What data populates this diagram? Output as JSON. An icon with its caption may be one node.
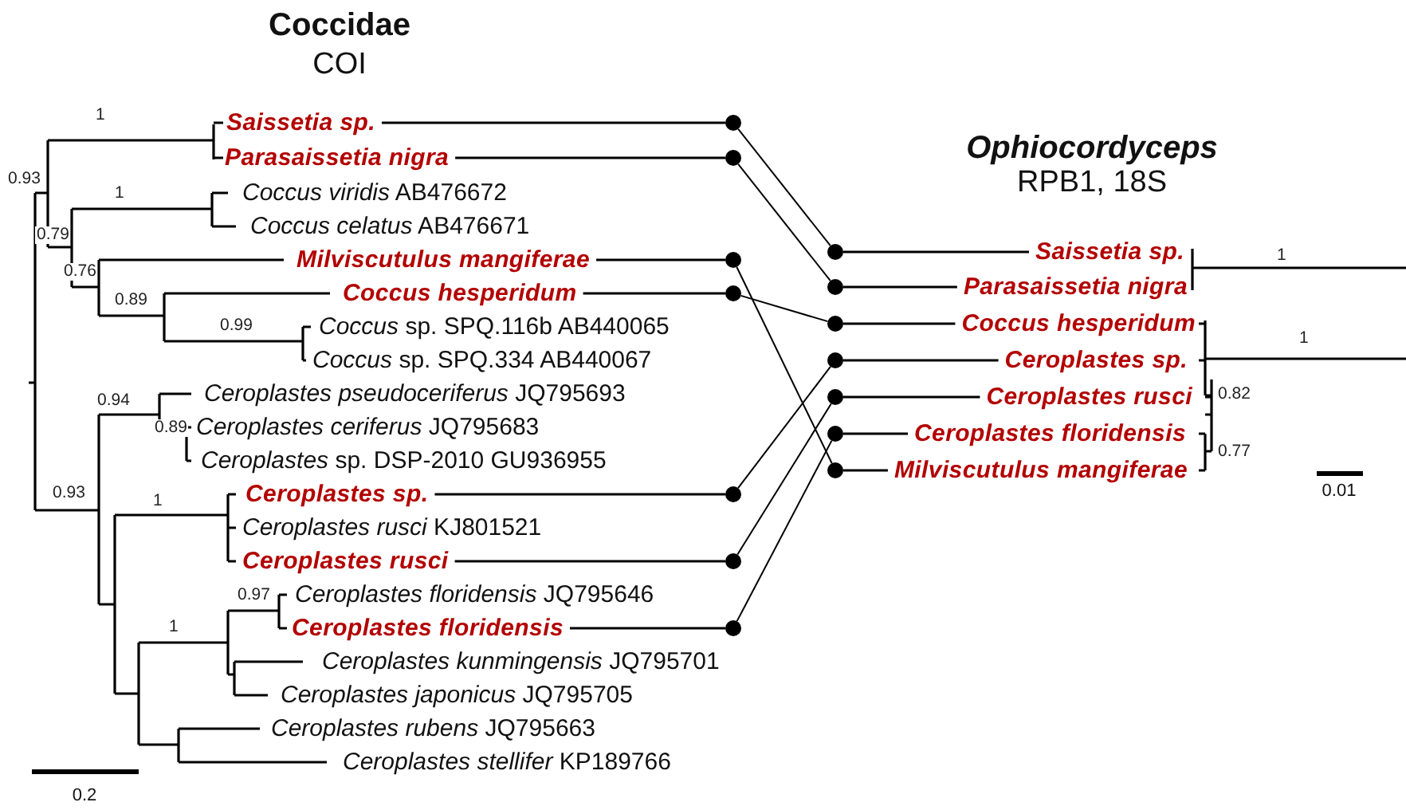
{
  "diagram": {
    "nodes": [
      {
        "text": [
          "Saissetia sp."
        ]
      },
      {
        "text": [
          "Parasaissetia nigra"
        ]
      },
      {
        "text": [
          "*Coccus viridis* AB476672"
        ]
      },
      {
        "text": [
          "*Coccus celatus* AB476671"
        ]
      },
      {
        "text": [
          "Milviscutulus mangiferae"
        ]
      },
      {
        "text": [
          "Coccus hesperidum"
        ]
      },
      {
        "text": [
          "*Coccus* sp. SPQ.116b AB440065"
        ]
      },
      {
        "text": [
          "*Coccus* sp. SPQ.334 AB440067"
        ]
      },
      {
        "text": [
          "*Ceroplastes pseudoceriferus* JQ795693"
        ]
      },
      {
        "text": [
          "*Ceroplastes ceriferus* JQ795683"
        ]
      },
      {
        "text": [
          "*Ceroplastes* sp. DSP-2010 GU936955"
        ]
      },
      {
        "text": [
          "Ceroplastes sp."
        ]
      },
      {
        "text": [
          "*Ceroplastes rusci* KJ801521"
        ]
      },
      {
        "text": [
          "Ceroplastes rusci"
        ]
      },
      {
        "text": [
          "*Ceroplastes floridensis* JQ795646"
        ]
      },
      {
        "text": [
          "Ceroplastes floridensis"
        ]
      },
      {
        "text": [
          "*Ceroplastes kunmingensis* JQ795701"
        ]
      },
      {
        "text": [
          "*Ceroplastes japonicus* JQ795705"
        ]
      },
      {
        "text": [
          "*Ceroplastes rubens* JQ795663"
        ]
      },
      {
        "text": [
          "*Ceroplastes stellifer* KP189766"
        ]
      },
      {
        "text": [],
        "shape": "circle"
      },
      {
        "text": [],
        "shape": "circle"
      },
      {
        "text": [],
        "shape": "circle"
      },
      {
        "text": [],
        "shape": "circle"
      },
      {
        "text": [],
        "shape": "circle"
      },
      {
        "text": [],
        "shape": "circle"
      },
      {
        "text": [],
        "shape": "circle"
      },
      {
        "text": [],
        "shape": "circle"
      },
      {
        "text": [],
        "shape": "circle"
      },
      {
        "text": [],
        "shape": "circle"
      },
      {
        "text": [],
        "shape": "circle"
      },
      {
        "text": [],
        "shape": "circle"
      },
      {
        "text": [],
        "shape": "circle"
      },
      {
        "text": [],
        "shape": "circle"
      },
      {
        "text": [
          "Saissetia sp."
        ]
      },
      {
        "text": [
          "Parasaissetia nigra"
        ]
      },
      {
        "text": [
          "Coccus hesperidum"
        ]
      },
      {
        "text": [
          "Ceroplastes sp."
        ]
      },
      {
        "text": [
          "Ceroplastes rusci"
        ]
      },
      {
        "text": [
          "Ceroplastes floridensis"
        ]
      },
      {
        "text": [
          "Milviscutulus mangiferae"
        ]
      }
    ],
    "edges": [
      {
        "from": 0,
        "to": 20,
        "arrow": "none"
      },
      {
        "from": 1,
        "to": 21,
        "arrow": "none"
      },
      {
        "from": 4,
        "to": 22,
        "arrow": "none"
      },
      {
        "from": 5,
        "to": 23,
        "arrow": "none"
      },
      {
        "from": 11,
        "to": 24,
        "arrow": "none"
      },
      {
        "from": 13,
        "to": 25,
        "arrow": "none"
      },
      {
        "from": 15,
        "to": 26,
        "arrow": "none"
      },
      {
        "from": 20,
        "to": 27,
        "arrow": "none"
      },
      {
        "from": 21,
        "to": 28,
        "arrow": "none"
      },
      {
        "from": 22,
        "to": 33,
        "arrow": "none"
      },
      {
        "from": 23,
        "to": 29,
        "arrow": "none"
      },
      {
        "from": 24,
        "to": 30,
        "arrow": "none"
      },
      {
        "from": 25,
        "to": 31,
        "arrow": "none"
      },
      {
        "from": 26,
        "to": 32,
        "arrow": "none"
      },
      {
        "from": 27,
        "to": 34,
        "arrow": "none"
      },
      {
        "from": 28,
        "to": 35,
        "arrow": "none"
      },
      {
        "from": 29,
        "to": 36,
        "arrow": "none"
      },
      {
        "from": 30,
        "to": 37,
        "arrow": "none"
      },
      {
        "from": 31,
        "to": 38,
        "arrow": "none"
      },
      {
        "from": 32,
        "to": 39,
        "arrow": "none"
      },
      {
        "from": 33,
        "to": 40,
        "arrow": "none"
      }
    ],
    "labels": [
      "Coccidae",
      "COI",
      "Ophiocordyceps",
      "RPB1, 18S",
      "1",
      "0.93",
      "1",
      "0.79",
      "0.76",
      "0.89",
      "0.99",
      "0.94",
      "0.89",
      "0.93",
      "1",
      "0.97",
      "1",
      "0.2",
      "1",
      "1",
      "0.82",
      "0.77",
      "0.01"
    ]
  }
}
